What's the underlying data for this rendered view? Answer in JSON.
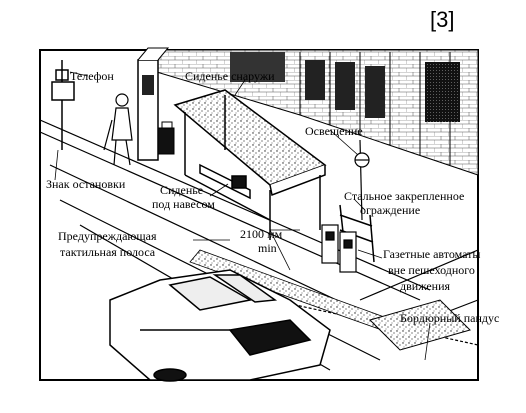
{
  "reference_marker": "[3]",
  "labels": {
    "telephone": "Телефон",
    "outdoor_seat": "Сиденье снаружи",
    "lighting": "Освещение",
    "stop_sign": "Знак остановки",
    "sheltered_seat_1": "Сиденье",
    "sheltered_seat_2": "под навесом",
    "steel_fence_1": "Стальное закрепленное",
    "steel_fence_2": "ограждение",
    "tactile_strip_1": "Предупреждающая",
    "tactile_strip_2": "тактильная полоса",
    "dimension_1": "2100 мм",
    "dimension_2": "min",
    "newspaper_1": "Газетные автоматы",
    "newspaper_2": "вне пешеходного",
    "newspaper_3": "движения",
    "curb_ramp": "Бордюрный пандус"
  }
}
